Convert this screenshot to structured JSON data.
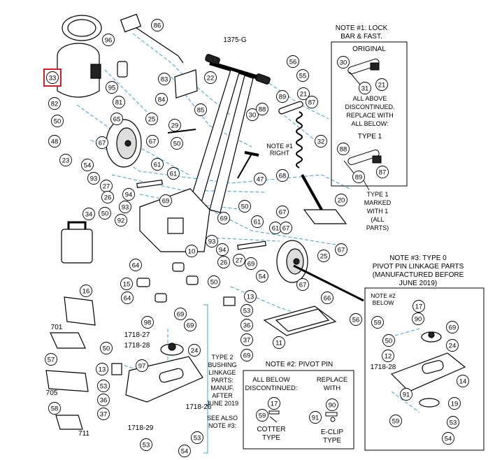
{
  "accent_color": "#d81e2c",
  "leader_color": "#3aa0d8",
  "callouts": [
    {
      "id": "c96",
      "n": "96"
    },
    {
      "id": "c86",
      "n": "86"
    },
    {
      "id": "c33",
      "n": "33",
      "highlight": true
    },
    {
      "id": "c95",
      "n": "95"
    },
    {
      "id": "c82",
      "n": "82"
    },
    {
      "id": "c81",
      "n": "81"
    },
    {
      "id": "c50a",
      "n": "50"
    },
    {
      "id": "c65",
      "n": "65"
    },
    {
      "id": "c48",
      "n": "48"
    },
    {
      "id": "c67a",
      "n": "67"
    },
    {
      "id": "c23",
      "n": "23"
    },
    {
      "id": "c83",
      "n": "83"
    },
    {
      "id": "c84",
      "n": "84"
    },
    {
      "id": "c85",
      "n": "85"
    },
    {
      "id": "c22",
      "n": "22"
    },
    {
      "id": "c25a",
      "n": "25"
    },
    {
      "id": "c67b",
      "n": "67"
    },
    {
      "id": "c29",
      "n": "29"
    },
    {
      "id": "c50b",
      "n": "50"
    },
    {
      "id": "c61a",
      "n": "61"
    },
    {
      "id": "c54a",
      "n": "54"
    },
    {
      "id": "c93a",
      "n": "93"
    },
    {
      "id": "c27a",
      "n": "27"
    },
    {
      "id": "c94a",
      "n": "94"
    },
    {
      "id": "c26a",
      "n": "26"
    },
    {
      "id": "c93b",
      "n": "93"
    },
    {
      "id": "c69a",
      "n": "69"
    },
    {
      "id": "c61b",
      "n": "61"
    },
    {
      "id": "c50c",
      "n": "50"
    },
    {
      "id": "c34",
      "n": "34"
    },
    {
      "id": "c50d",
      "n": "50"
    },
    {
      "id": "c92",
      "n": "92"
    },
    {
      "id": "c56a",
      "n": "56"
    },
    {
      "id": "c55",
      "n": "55"
    },
    {
      "id": "c89a",
      "n": "89"
    },
    {
      "id": "c21",
      "n": "21"
    },
    {
      "id": "c30",
      "n": "30"
    },
    {
      "id": "c88a",
      "n": "88"
    },
    {
      "id": "c87",
      "n": "87"
    },
    {
      "id": "c32",
      "n": "32"
    },
    {
      "id": "c68",
      "n": "68"
    },
    {
      "id": "c47",
      "n": "47"
    },
    {
      "id": "c20",
      "n": "20"
    },
    {
      "id": "c67c",
      "n": "67"
    },
    {
      "id": "c69b",
      "n": "69"
    },
    {
      "id": "c61c",
      "n": "61"
    },
    {
      "id": "c61d",
      "n": "61"
    },
    {
      "id": "c67d",
      "n": "67"
    },
    {
      "id": "c93c",
      "n": "93"
    },
    {
      "id": "c94b",
      "n": "94"
    },
    {
      "id": "c26b",
      "n": "26"
    },
    {
      "id": "c27b",
      "n": "27"
    },
    {
      "id": "c69c",
      "n": "69"
    },
    {
      "id": "c54b",
      "n": "54"
    },
    {
      "id": "c25b",
      "n": "25"
    },
    {
      "id": "c67e",
      "n": "67"
    },
    {
      "id": "c67f",
      "n": "67"
    },
    {
      "id": "c10",
      "n": "10"
    },
    {
      "id": "c64a",
      "n": "64"
    },
    {
      "id": "c15",
      "n": "15"
    },
    {
      "id": "c64b",
      "n": "64"
    },
    {
      "id": "c50e",
      "n": "50"
    },
    {
      "id": "c13a",
      "n": "13"
    },
    {
      "id": "c66",
      "n": "66"
    },
    {
      "id": "c53a",
      "n": "53"
    },
    {
      "id": "c36a",
      "n": "36"
    },
    {
      "id": "c37a",
      "n": "37"
    },
    {
      "id": "c69d",
      "n": "69"
    },
    {
      "id": "c56b",
      "n": "56"
    },
    {
      "id": "c11",
      "n": "11"
    },
    {
      "id": "c16",
      "n": "16"
    },
    {
      "id": "c98",
      "n": "98"
    },
    {
      "id": "c69e",
      "n": "69"
    },
    {
      "id": "c24a",
      "n": "24"
    },
    {
      "id": "c97",
      "n": "97"
    },
    {
      "id": "c50f",
      "n": "50"
    },
    {
      "id": "c13b",
      "n": "13"
    },
    {
      "id": "c57",
      "n": "57"
    },
    {
      "id": "c53b",
      "n": "53"
    },
    {
      "id": "c36b",
      "n": "36"
    },
    {
      "id": "c37b",
      "n": "37"
    },
    {
      "id": "c69f",
      "n": "69"
    },
    {
      "id": "c58",
      "n": "58"
    },
    {
      "id": "c53c",
      "n": "53"
    },
    {
      "id": "c54c",
      "n": "54"
    },
    {
      "id": "c53d",
      "n": "53"
    },
    {
      "id": "c17a",
      "n": "17"
    },
    {
      "id": "c90a",
      "n": "90"
    },
    {
      "id": "c59a",
      "n": "59"
    },
    {
      "id": "c91a",
      "n": "91"
    },
    {
      "id": "c17b",
      "n": "17"
    },
    {
      "id": "c90b",
      "n": "90"
    },
    {
      "id": "c59b",
      "n": "59"
    },
    {
      "id": "c69g",
      "n": "69"
    },
    {
      "id": "c50g",
      "n": "50"
    },
    {
      "id": "c12",
      "n": "12"
    },
    {
      "id": "c24b",
      "n": "24"
    },
    {
      "id": "c14",
      "n": "14"
    },
    {
      "id": "c91b",
      "n": "91"
    },
    {
      "id": "c19",
      "n": "19"
    },
    {
      "id": "c59c",
      "n": "59"
    },
    {
      "id": "c53e",
      "n": "53"
    },
    {
      "id": "c54d",
      "n": "54"
    },
    {
      "id": "c30n",
      "n": "30"
    },
    {
      "id": "c31",
      "n": "31"
    },
    {
      "id": "c21n",
      "n": "21"
    },
    {
      "id": "c88n",
      "n": "88"
    },
    {
      "id": "c87n",
      "n": "87"
    },
    {
      "id": "c89n",
      "n": "89"
    }
  ],
  "labels": {
    "part_1375g": "1375-G",
    "note1_right_a": "NOTE #1",
    "note1_right_b": "RIGHT",
    "part_701": "701",
    "part_705": "705",
    "part_711": "711",
    "part_1718_27": "1718-27",
    "part_1718_28": "1718-28",
    "part_1718_26": "1718-26",
    "part_1718_29": "1718-29",
    "part_1718_28b": "1718-28"
  },
  "note1": {
    "title_a": "NOTE #1: LOCK",
    "title_b": "BAR & FAST.",
    "original": "ORIGINAL",
    "body": [
      "ALL ABOVE",
      "DISCONTINUED.",
      "REPLACE WITH",
      "ALL BELOW:"
    ],
    "type1": "TYPE 1",
    "marked": [
      "TYPE 1",
      "MARKED",
      "WITH 1",
      "(ALL",
      "PARTS)"
    ]
  },
  "note2": {
    "title": "NOTE #2: PIVOT PIN",
    "left_head": [
      "ALL BELOW",
      "DISCONTINUED:"
    ],
    "right_head": [
      "REPLACE",
      "WITH"
    ],
    "left_type": [
      "COTTER",
      "TYPE"
    ],
    "right_type": [
      "E-CLIP",
      "TYPE"
    ]
  },
  "note2_below": [
    "NOTE #2",
    "BELOW"
  ],
  "note3": {
    "title": [
      "NOTE #3: TYPE 0",
      "PIVOT PIN LINKAGE PARTS",
      "(MANUFACTURED BEFORE",
      "JUNE 2019)"
    ]
  },
  "type2": {
    "lines": [
      "TYPE 2",
      "BUSHING",
      "LINKAGE",
      "PARTS:",
      "MANUF.",
      "AFTER",
      "JUNE 2019"
    ],
    "see": [
      "SEE ALSO",
      "NOTE #3:"
    ]
  }
}
